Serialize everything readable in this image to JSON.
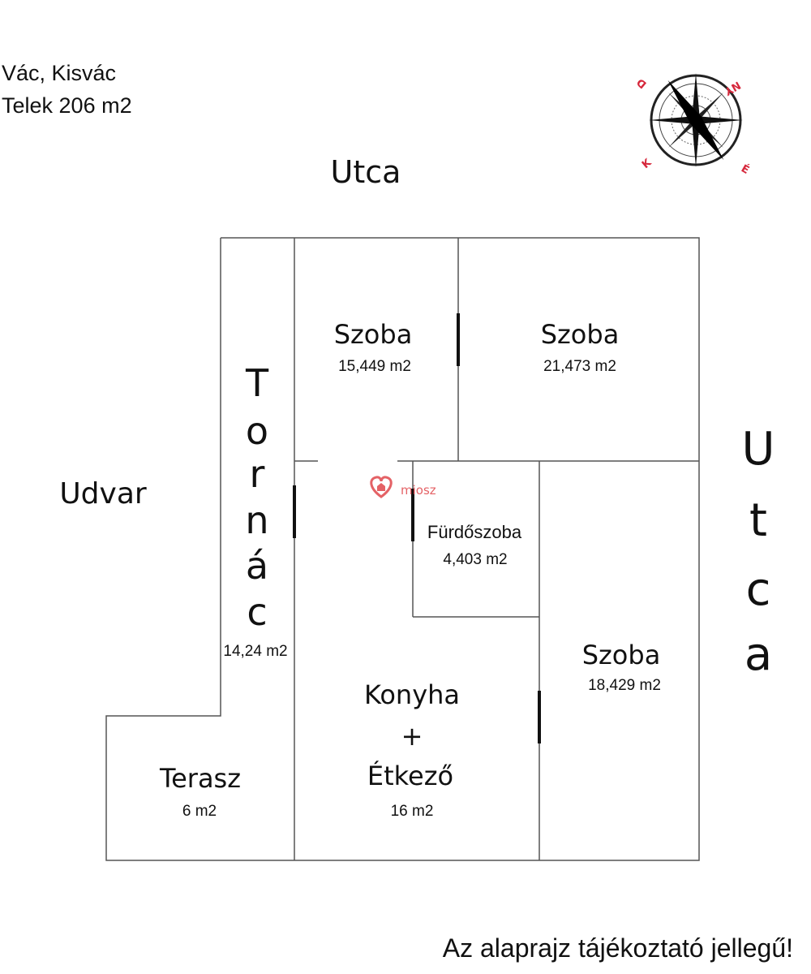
{
  "header": {
    "location": "Vác, Kisvác",
    "plot": "Telek 206 m2"
  },
  "compass": {
    "icon": "compass-rose-icon",
    "labels": [
      "É",
      "K",
      "D",
      "NY"
    ],
    "label_color": "#d6283c"
  },
  "surroundings": {
    "top": "Utca",
    "left": "Udvar",
    "right_letters": [
      "U",
      "t",
      "c",
      "a"
    ]
  },
  "rooms": {
    "szoba_1": {
      "name": "Szoba",
      "area": "15,449 m2"
    },
    "szoba_2": {
      "name": "Szoba",
      "area": "21,473 m2"
    },
    "tornac": {
      "letters": [
        "T",
        "o",
        "r",
        "n",
        "á",
        "c"
      ],
      "area": "14,24 m2"
    },
    "furdoszoba": {
      "name": "Fürdőszoba",
      "area": "4,403 m2"
    },
    "szoba_3": {
      "name": "Szoba",
      "area": "18,429 m2"
    },
    "konyha": {
      "line1": "Konyha",
      "line2": "+",
      "line3": "Étkező",
      "area": "16 m2"
    },
    "terasz": {
      "name": "Terasz",
      "area": "6 m2"
    }
  },
  "watermark": {
    "text": "miosz",
    "icon": "heart-house-logo-icon",
    "color": "#e0474c"
  },
  "disclaimer": "Az alaprajz tájékoztató jellegű!"
}
